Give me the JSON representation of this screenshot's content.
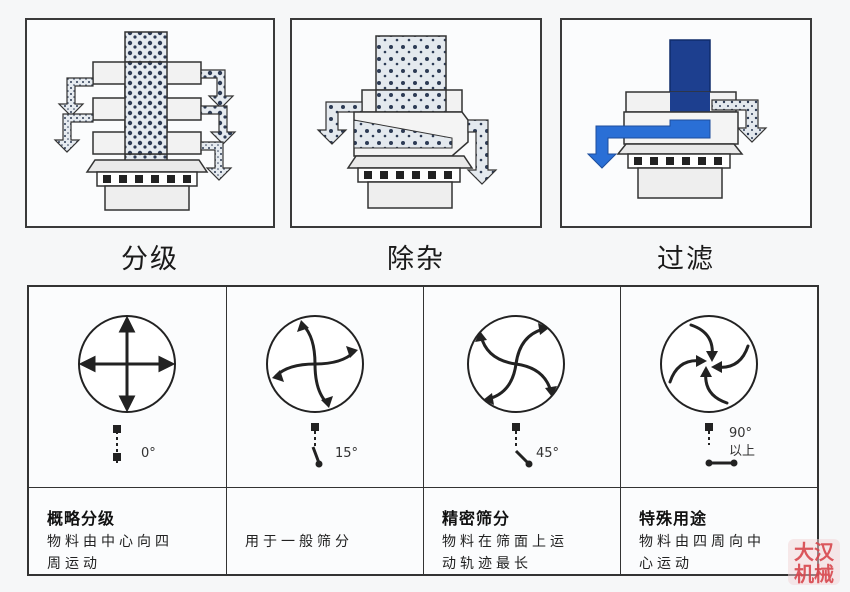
{
  "top_panels": [
    {
      "label": "分级",
      "color": "#5a5a5a"
    },
    {
      "label": "除杂",
      "color": "#5a5a5a"
    },
    {
      "label": "过滤",
      "color": "#1a3d8a"
    }
  ],
  "modes": [
    {
      "title": "概略分级",
      "angle": "0°",
      "desc_lines": [
        "物料由中心向四",
        "周运动"
      ]
    },
    {
      "title": "",
      "angle": "15°",
      "desc_lines": [
        "用于一般筛分"
      ]
    },
    {
      "title": "精密筛分",
      "angle": "45°",
      "desc_lines": [
        "物料在筛面上运",
        "动轨迹最长"
      ]
    },
    {
      "title": "特殊用途",
      "angle": "90°",
      "angle2": "以上",
      "desc_lines": [
        "物料由四周向中",
        "心运动"
      ]
    }
  ],
  "watermark": {
    "line1": "大汉",
    "line2": "机械",
    "color": "#d8474d"
  }
}
